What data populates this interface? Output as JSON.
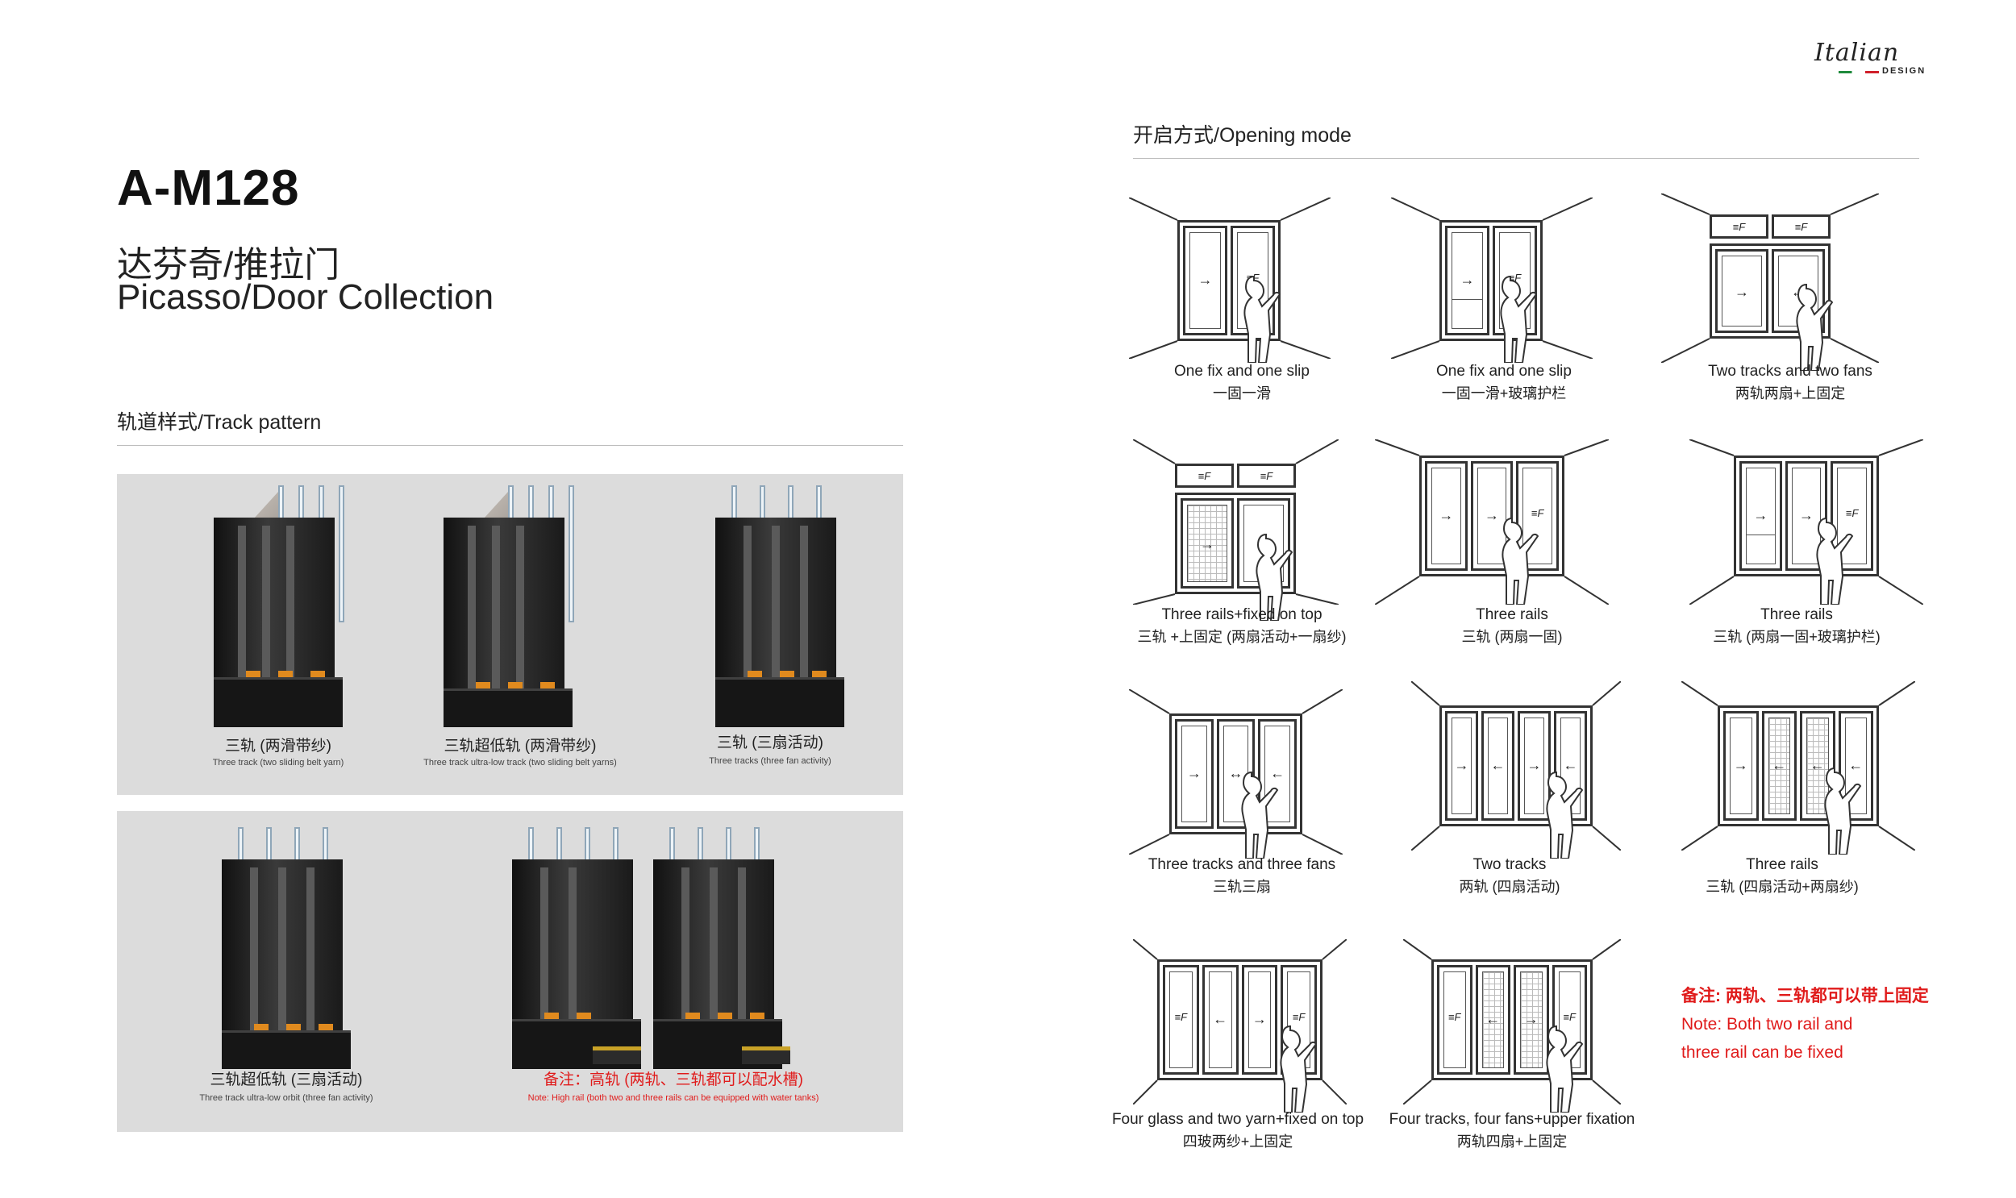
{
  "logo": {
    "script": "Italian",
    "word": "DESIGN"
  },
  "header": {
    "model": "A-M128",
    "subtitle_cn": "达芬奇/推拉门",
    "subtitle_en": "Picasso/Door Collection"
  },
  "track_section": {
    "title": "轨道样式/Track pattern",
    "items": [
      {
        "cn": "三轨 (两滑带纱)",
        "en": "Three track (two sliding belt yarn)",
        "color": "#222222"
      },
      {
        "cn": "三轨超低轨 (两滑带纱)",
        "en": "Three track ultra-low track (two sliding belt yarns)",
        "color": "#222222"
      },
      {
        "cn": "三轨 (三扇活动)",
        "en": "Three tracks (three fan activity)",
        "color": "#222222"
      },
      {
        "cn": "三轨超低轨 (三扇活动)",
        "en": "Three track ultra-low orbit (three fan activity)",
        "color": "#222222"
      },
      {
        "cn": "备注：高轨 (两轨、三轨都可以配水槽)",
        "en": "Note: High rail (both two and three rails can be equipped with water tanks)",
        "color": "#e01b1b"
      }
    ]
  },
  "opening_section": {
    "title": "开启方式/Opening mode",
    "modes": [
      {
        "en": "One fix and one slip",
        "cn": "一固一滑"
      },
      {
        "en": "One fix and one slip",
        "cn": "一固一滑+玻璃护栏"
      },
      {
        "en": "Two tracks and two fans",
        "cn": "两轨两扇+上固定"
      },
      {
        "en": "Three rails+fixed on top",
        "cn": "三轨 +上固定 (两扇活动+一扇纱)"
      },
      {
        "en": "Three rails",
        "cn": "三轨 (两扇一固)"
      },
      {
        "en": "Three rails",
        "cn": "三轨 (两扇一固+玻璃护栏)"
      },
      {
        "en": "Three tracks and three fans",
        "cn": "三轨三扇"
      },
      {
        "en": "Two tracks",
        "cn": "两轨 (四扇活动)"
      },
      {
        "en": "Three rails",
        "cn": "三轨 (四扇活动+两扇纱)"
      },
      {
        "en": "Four glass and two yarn+fixed on top",
        "cn": "四玻两纱+上固定"
      },
      {
        "en": "Four tracks, four fans+upper fixation",
        "cn": "两轨四扇+上固定"
      }
    ],
    "marks": {
      "right": "→",
      "left": "←",
      "both": "↔",
      "fixed": "≡F"
    },
    "note": {
      "cn": "备注: 两轨、三轨都可以带上固定",
      "en_line1": "Note: Both two rail and",
      "en_line2": "three rail can be fixed"
    }
  }
}
